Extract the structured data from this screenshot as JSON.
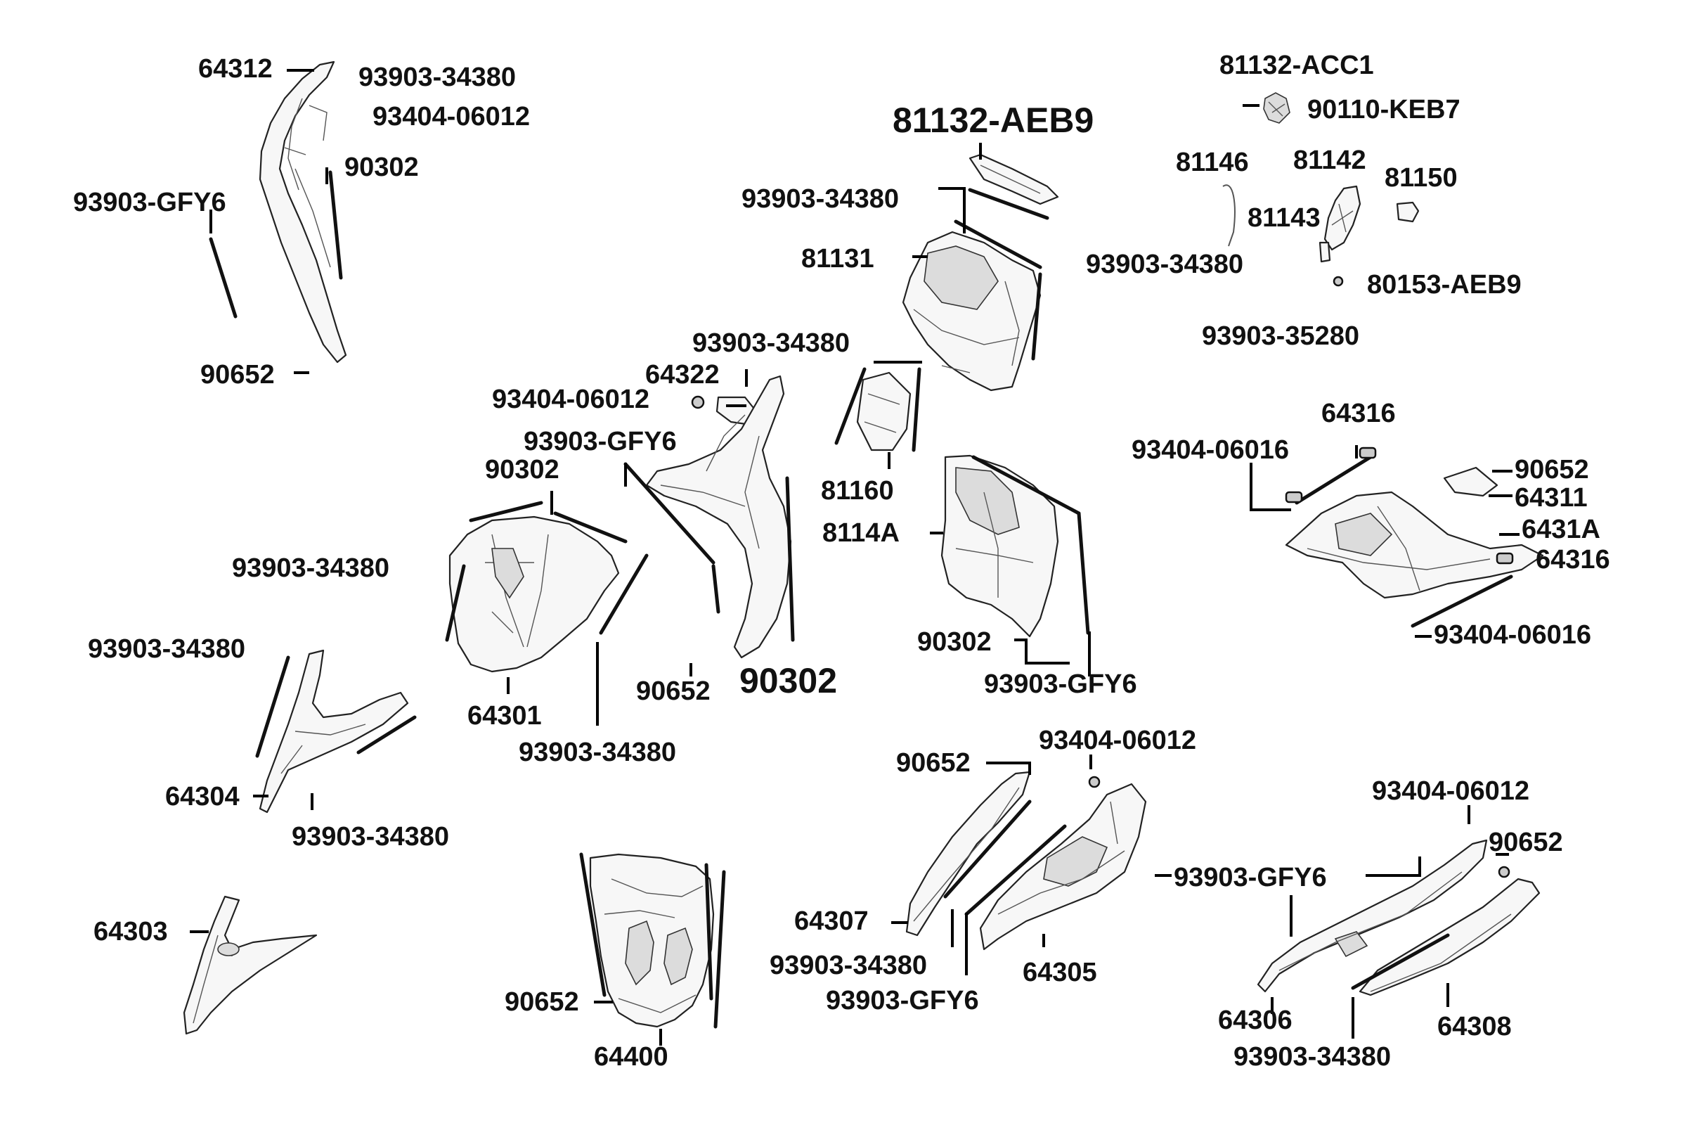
{
  "labels": {
    "l64312": "64312",
    "l93903_34380_a": "93903-34380",
    "l93404_06012_a": "93404-06012",
    "l90302_a": "90302",
    "l93903_GFY6_a": "93903-GFY6",
    "l90652_a": "90652",
    "l81132_ACC1": "81132-ACC1",
    "l90110_KEB7": "90110-KEB7",
    "l81132_AEB9": "81132-AEB9",
    "l81146": "81146",
    "l81142": "81142",
    "l81150": "81150",
    "l93903_34380_b": "93903-34380",
    "l81143": "81143",
    "l81131": "81131",
    "l93903_34380_c": "93903-34380",
    "l80153_AEB9": "80153-AEB9",
    "l93903_35280": "93903-35280",
    "l93903_34380_d": "93903-34380",
    "l64322": "64322",
    "l93404_06012_b": "93404-06012",
    "l93903_GFY6_b": "93903-GFY6",
    "l90302_b": "90302",
    "l81160": "81160",
    "l8114A": "8114A",
    "l64316_a": "64316",
    "l93404_06016_a": "93404-06016",
    "l90652_b": "90652",
    "l64311": "64311",
    "l6431A": "6431A",
    "l64316_b": "64316",
    "l93404_06016_b": "93404-06016",
    "l93903_34380_e": "93903-34380",
    "l93903_34380_f": "93903-34380",
    "l90302_c": "90302",
    "l93903_GFY6_c": "93903-GFY6",
    "l90652_c": "90652",
    "l90302_big": "90302",
    "l64301": "64301",
    "l93903_34380_g": "93903-34380",
    "l64304": "64304",
    "l93903_34380_h": "93903-34380",
    "l90652_d": "90652",
    "l93404_06012_c": "93404-06012",
    "l93404_06012_d": "93404-06012",
    "l90652_e": "90652",
    "l93903_GFY6_d": "93903-GFY6",
    "l64307": "64307",
    "l64303": "64303",
    "l93903_34380_i": "93903-34380",
    "l64305": "64305",
    "l93903_GFY6_e": "93903-GFY6",
    "l90652_f": "90652",
    "l64400": "64400",
    "l64306": "64306",
    "l64308": "64308",
    "l93903_34380_j": "93903-34380"
  }
}
